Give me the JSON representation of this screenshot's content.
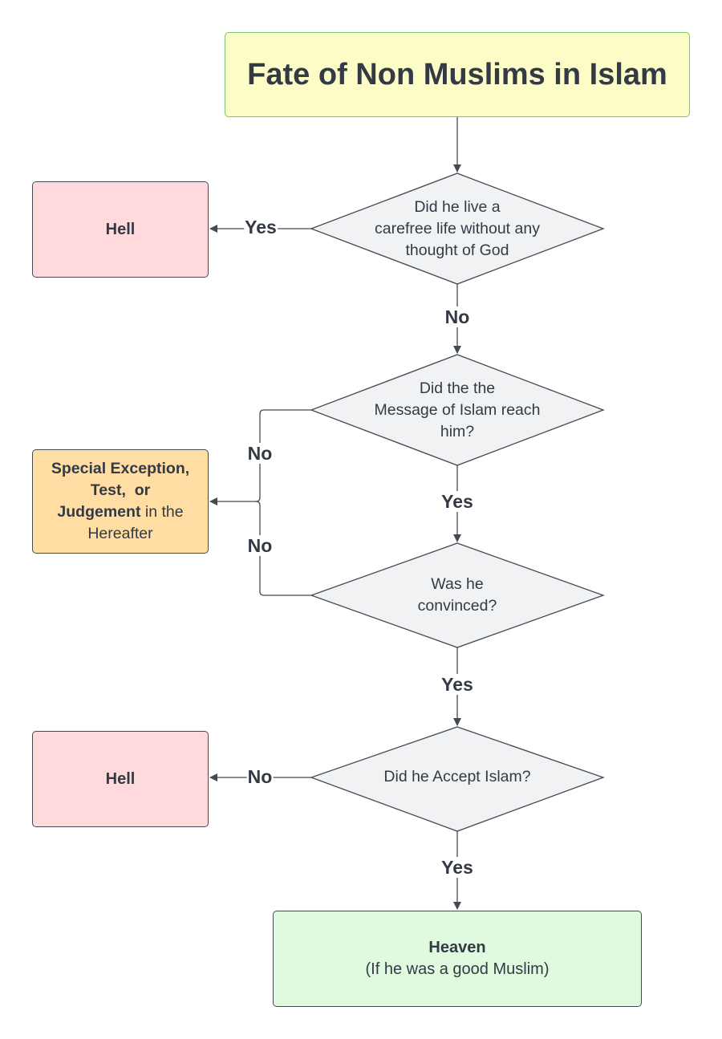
{
  "title": "Fate of Non Muslims in Islam",
  "decisions": {
    "carefree": [
      "Did he live a",
      "carefree life without any",
      "thought of God"
    ],
    "message": [
      "Did the the",
      "Message of Islam reach",
      "him?"
    ],
    "convinced": [
      "Was he",
      "convinced?"
    ],
    "accept": "Did he Accept Islam?"
  },
  "outcomes": {
    "hell_top": "Hell",
    "hell_bottom": "Hell",
    "special": {
      "line1": "Special Exception,",
      "line2": "Test,  or",
      "line3_bold": "Judgement",
      "line3_rest": " in the",
      "line4": "Hereafter"
    },
    "heaven": {
      "title": "Heaven",
      "note": "(If he was a good Muslim)"
    }
  },
  "edge_labels": {
    "carefree_yes": "Yes",
    "carefree_no": "No",
    "message_no": "No",
    "message_yes": "Yes",
    "convinced_no": "No",
    "convinced_yes": "Yes",
    "accept_no": "No",
    "accept_yes": "Yes"
  },
  "colors": {
    "title_fill": "#fcfcc6",
    "hell_fill": "#ffd9db",
    "special_fill": "#ffdda3",
    "heaven_fill": "#dffadf",
    "decision_fill": "#f1f2f4",
    "line": "#444a52"
  }
}
